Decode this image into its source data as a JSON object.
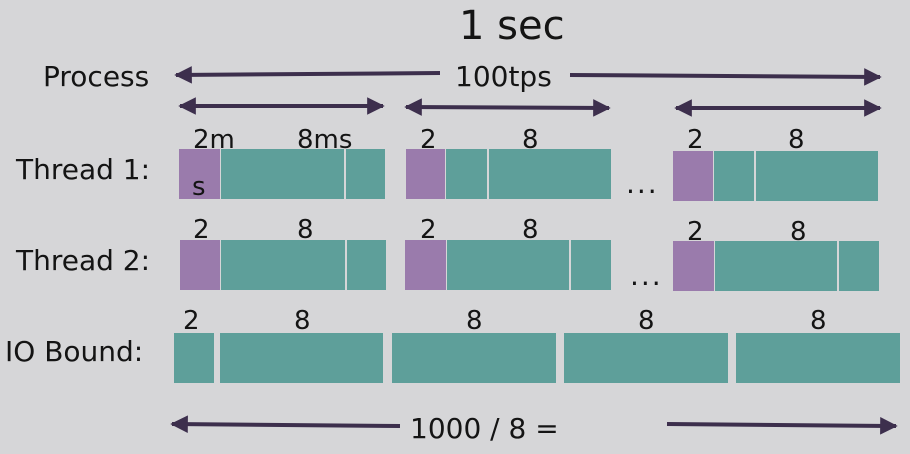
{
  "title": "1 sec",
  "process": {
    "label": "Process",
    "rate": "100tps"
  },
  "threads": [
    {
      "label": "Thread 1:",
      "segments": [
        {
          "cpu": "2m",
          "cpu_suffix": "s",
          "io": "8ms"
        },
        {
          "cpu": "2",
          "io": "8"
        },
        {
          "cpu": "2",
          "io": "8"
        }
      ]
    },
    {
      "label": "Thread 2:",
      "segments": [
        {
          "cpu": "2",
          "io": "8"
        },
        {
          "cpu": "2",
          "io": "8"
        },
        {
          "cpu": "2",
          "io": "8"
        }
      ]
    }
  ],
  "ellipsis": "...",
  "io_bound": {
    "label": "IO Bound:",
    "cpu": "2",
    "io": [
      "8",
      "8",
      "8",
      "8"
    ]
  },
  "bottom_formula": "1000 / 8 =",
  "colors": {
    "background": "#d6d6d8",
    "cpu_block": "#9a7bac",
    "io_block": "#5e9f9a",
    "arrow": "#3d2f4d",
    "text": "#141414"
  }
}
